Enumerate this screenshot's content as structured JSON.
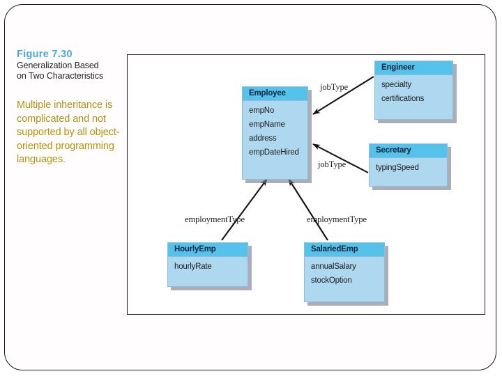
{
  "figure": {
    "number": "Figure 7.30",
    "title_line1": "Generalization Based",
    "title_line2": "on Two Characteristics",
    "number_color": "#4aa8d8",
    "title_color": "#231f20"
  },
  "caption": {
    "body": "Multiple inheritance is complicated and not supported by all object-oriented programming languages.",
    "body_color": "#b3900e"
  },
  "diagram": {
    "type": "uml-class-diagram",
    "header_color": "#54c2ea",
    "body_color": "#aed8f0",
    "classes": [
      {
        "id": "employee",
        "name": "Employee",
        "attributes": [
          "empNo",
          "empName",
          "address",
          "empDateHired"
        ]
      },
      {
        "id": "engineer",
        "name": "Engineer",
        "attributes": [
          "specialty",
          "certifications"
        ]
      },
      {
        "id": "secretary",
        "name": "Secretary",
        "attributes": [
          "typingSpeed"
        ]
      },
      {
        "id": "hourly-emp",
        "name": "HourlyEmp",
        "attributes": [
          "hourlyRate"
        ]
      },
      {
        "id": "salaried-emp",
        "name": "SalariedEmp",
        "attributes": [
          "annualSalary",
          "stockOption"
        ]
      }
    ],
    "discriminators": [
      {
        "id": "job-type-engineer",
        "label": "jobType"
      },
      {
        "id": "job-type-secretary",
        "label": "jobType"
      },
      {
        "id": "employment-type-hourly",
        "label": "employmentType"
      },
      {
        "id": "employment-type-salaried",
        "label": "employmentType"
      }
    ],
    "generalizations": [
      {
        "from": "Engineer",
        "to": "Employee",
        "discriminator": "jobType"
      },
      {
        "from": "Secretary",
        "to": "Employee",
        "discriminator": "jobType"
      },
      {
        "from": "HourlyEmp",
        "to": "Employee",
        "discriminator": "employmentType"
      },
      {
        "from": "SalariedEmp",
        "to": "Employee",
        "discriminator": "employmentType"
      }
    ]
  }
}
